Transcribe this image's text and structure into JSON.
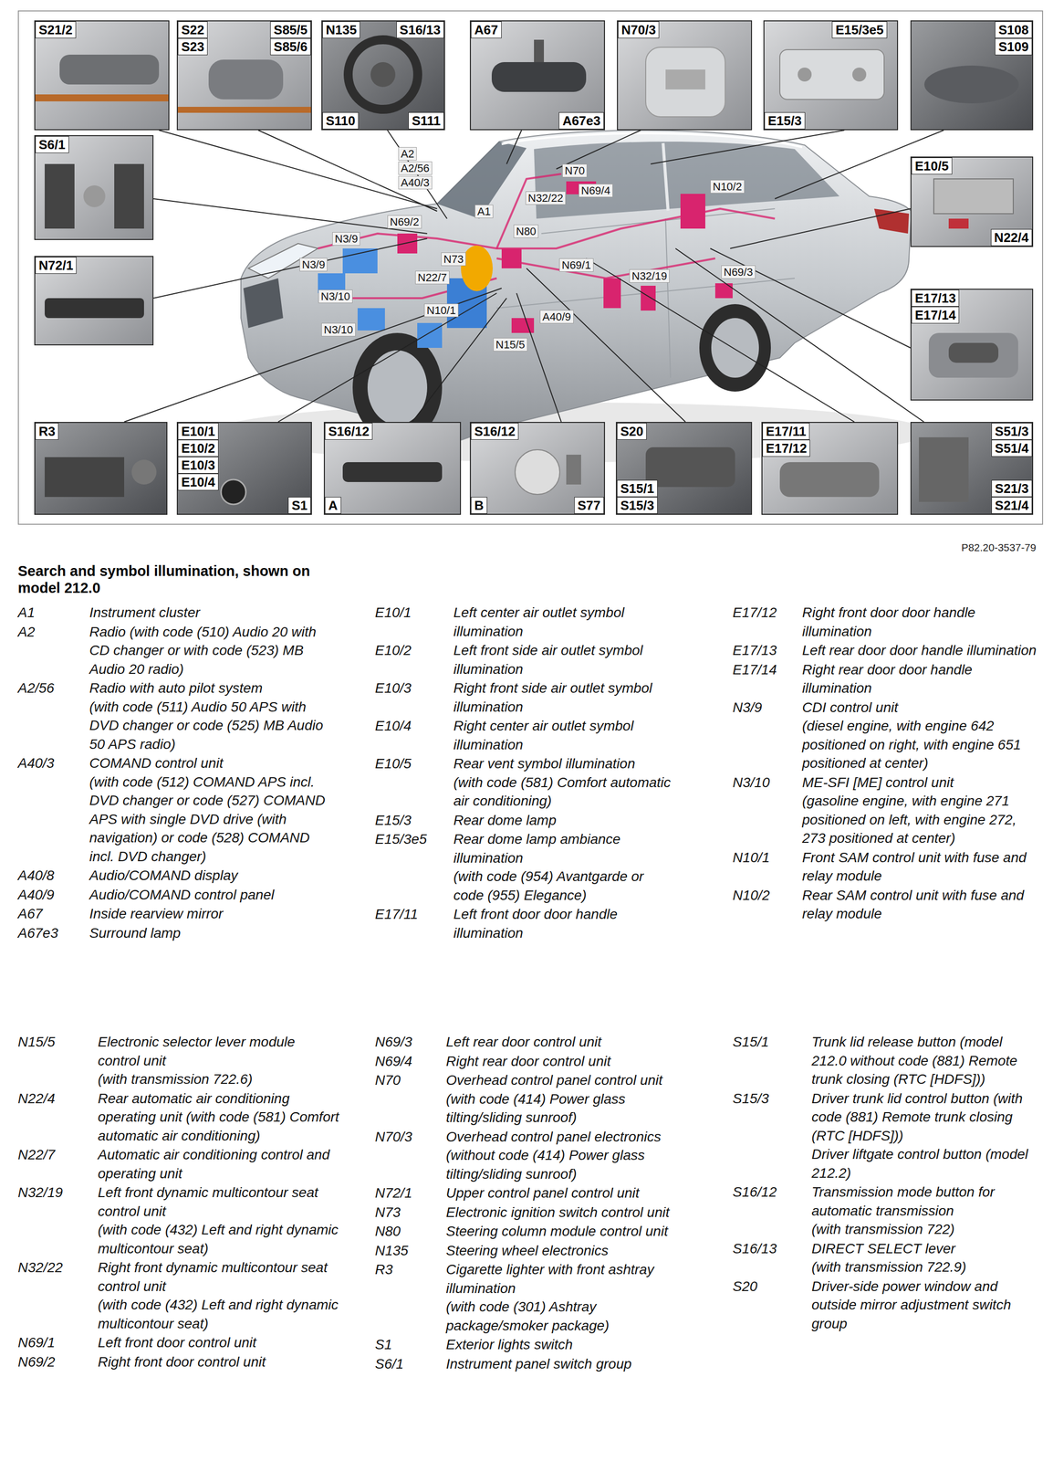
{
  "diagram": {
    "title": "Search and symbol illumination, shown on model 212.0",
    "nodes": [
      {
        "text": [
          "S21/2"
        ]
      },
      {
        "text": [
          "S22",
          "S23",
          "S85/5",
          "S85/6"
        ]
      },
      {
        "text": [
          "N135",
          "S16/13",
          "S110",
          "S111"
        ]
      },
      {
        "text": [
          "A67",
          "A67e3"
        ]
      },
      {
        "text": [
          "N70/3"
        ]
      },
      {
        "text": [
          "E15/3e5",
          "E15/3"
        ]
      },
      {
        "text": [
          "S108",
          "S109"
        ]
      },
      {
        "text": [
          "S6/1"
        ]
      },
      {
        "text": [
          "N72/1"
        ]
      },
      {
        "text": [
          "E10/5",
          "N22/4"
        ]
      },
      {
        "text": [
          "E17/13",
          "E17/14"
        ]
      },
      {
        "text": [
          "R3"
        ]
      },
      {
        "text": [
          "E10/1",
          "E10/2",
          "E10/3",
          "E10/4",
          "S1"
        ]
      },
      {
        "text": [
          "S16/12",
          "A"
        ]
      },
      {
        "text": [
          "S16/12",
          "B",
          "S77"
        ]
      },
      {
        "text": [
          "S20",
          "S15/1",
          "S15/3"
        ]
      },
      {
        "text": [
          "E17/11",
          "E17/12"
        ]
      },
      {
        "text": [
          "S51/3",
          "S51/4",
          "S21/3",
          "S21/4"
        ]
      }
    ],
    "labels": [
      "A2",
      "A2/56",
      "A40/3",
      "N70",
      "N69/4",
      "N10/2",
      "N32/22",
      "A1",
      "N69/2",
      "N80",
      "N3/9",
      "N3/9",
      "N73",
      "N69/1",
      "N32/19",
      "N69/3",
      "N22/7",
      "N3/10",
      "N10/1",
      "A40/9",
      "N3/10",
      "N15/5",
      "P82.20-3537-79",
      "A1",
      "Instrument cluster",
      "A2",
      "Radio (with code (510) Audio 20 with CD changer or with code (523) MB Audio 20 radio)",
      "A2/56",
      "Radio with auto pilot system",
      "(with code (511) Audio 50 APS with DVD changer or code (525) MB Audio 50 APS radio)",
      "A40/3",
      "COMAND control unit",
      "(with code (512) COMAND APS incl. DVD changer or code (527) COMAND APS with single DVD drive (with navigation) or code (528) COMAND incl. DVD changer)",
      "A40/8",
      "Audio/COMAND display",
      "A40/9",
      "Audio/COMAND control panel",
      "A67",
      "Inside rearview mirror",
      "A67e3",
      "Surround lamp",
      "E10/1",
      "Left center air outlet symbol illumination",
      "E10/2",
      "Left front side air outlet symbol illumination",
      "E10/3",
      "Right front side air outlet symbol illumination",
      "E10/4",
      "Right center air outlet symbol illumination",
      "E10/5",
      "Rear vent symbol illumination",
      "(with code (581) Comfort automatic air conditioning)",
      "E15/3",
      "Rear dome lamp",
      "E15/3e5",
      "Rear dome lamp ambiance illumination",
      "(with code (954) Avantgarde or code (955) Elegance)",
      "E17/11",
      "Left front door door handle illumination",
      "E17/12",
      "Right front door door handle illumination",
      "E17/13",
      "Left rear door door handle illumination",
      "E17/14",
      "Right rear door door handle illumination",
      "N3/9",
      "CDI control unit",
      "(diesel engine, with engine 642 positioned on right, with engine 651 positioned at center)",
      "N3/10",
      "ME-SFI [ME] control unit",
      "(gasoline engine, with engine 271 positioned on left, with engine 272, 273 positioned at center)",
      "N10/1",
      "Front SAM control unit with fuse and relay module",
      "N10/2",
      "Rear SAM control unit with fuse and relay module",
      "N15/5",
      "Electronic selector lever module control unit",
      "(with transmission 722.6)",
      "N22/4",
      "Rear automatic air conditioning operating unit (with code (581) Comfort automatic air conditioning)",
      "N22/7",
      "Automatic air conditioning control and operating unit",
      "N32/19",
      "Left front dynamic multicontour seat control unit",
      "(with code (432) Left and right dynamic multicontour seat)",
      "N32/22",
      "Right front dynamic multicontour seat control unit",
      "(with code (432) Left and right dynamic multicontour seat)",
      "N69/1",
      "Left front door control unit",
      "N69/2",
      "Right front door control unit",
      "N69/3",
      "Left rear door control unit",
      "N69/4",
      "Right rear door control unit",
      "N70",
      "Overhead control panel control unit",
      "(with code (414) Power glass tilting/sliding sunroof)",
      "N70/3",
      "Overhead control panel electronics (without code (414) Power glass tilting/sliding sunroof)",
      "N72/1",
      "Upper control panel control unit",
      "N73",
      "Electronic ignition switch control unit",
      "N80",
      "Steering column module control unit",
      "N135",
      "Steering wheel electronics",
      "R3",
      "Cigarette lighter with front ashtray illumination",
      "(with code (301) Ashtray package/smoker package)",
      "S1",
      "Exterior lights switch",
      "S6/1",
      "Instrument panel switch group",
      "S15/1",
      "Trunk lid release button (model 212.0 without code (881) Remote trunk closing (RTC [HDFS]))",
      "S15/3",
      "Driver trunk lid control button (with code (881) Remote trunk closing (RTC [HDFS]))",
      "Driver liftgate control button (model 212.2)",
      "S16/12",
      "Transmission mode button for automatic transmission",
      "(with transmission 722)",
      "S16/13",
      "DIRECT SELECT lever",
      "(with transmission 722.9)",
      "S20",
      "Driver-side power window and outside mirror adjustment switch group"
    ]
  }
}
